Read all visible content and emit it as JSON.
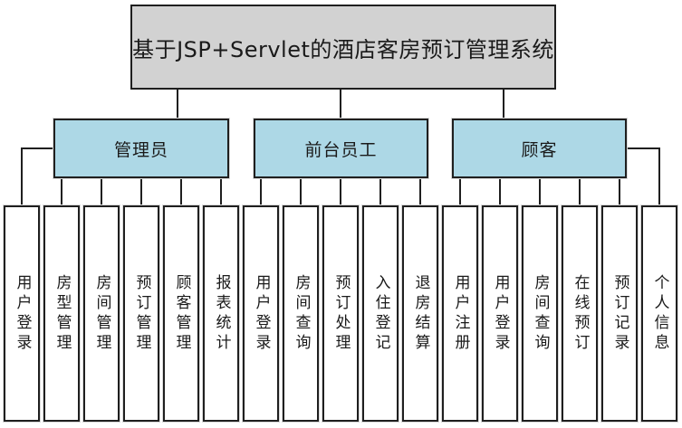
{
  "diagram": {
    "title": "基于JSP+Servlet的酒店客房预订管理系统",
    "colors": {
      "title_fill": "#d2d2d2",
      "branch_fill": "#add8e6",
      "leaf_fill": "#ffffff",
      "border": "#1f1f1f",
      "connector": "#1f1f1f",
      "text": "#1a1a1a"
    },
    "branches": [
      {
        "label": "管理员",
        "children": [
          "用户登录",
          "房型管理",
          "房间管理",
          "预订管理",
          "顾客管理",
          "报表统计"
        ]
      },
      {
        "label": "前台员工",
        "children": [
          "用户登录",
          "房间查询",
          "预订处理",
          "入住登记",
          "退房结算"
        ]
      },
      {
        "label": "顾客",
        "children": [
          "用户注册",
          "用户登录",
          "房间查询",
          "在线预订",
          "预订记录",
          "个人信息"
        ]
      }
    ]
  }
}
